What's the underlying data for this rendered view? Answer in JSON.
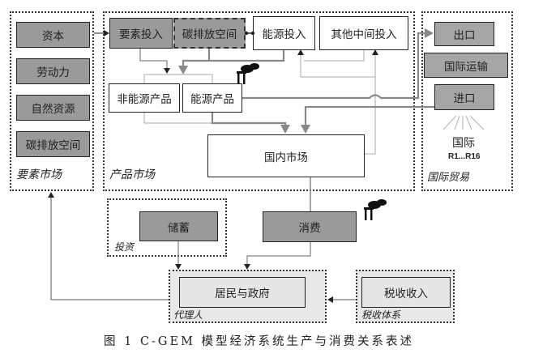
{
  "groups": {
    "factor_market": "要素市场",
    "product_market": "产品市场",
    "international_trade": "国际贸易",
    "investment": "投资",
    "agents": "代理人",
    "tax_system": "税收体系"
  },
  "factor_market": {
    "items": [
      "资本",
      "劳动力",
      "自然资源",
      "碳排放空间"
    ]
  },
  "product_market": {
    "factor_input": "要素投入",
    "carbon_space": "碳排放空间",
    "energy_input": "能源投入",
    "other_intermediate_input": "其他中间投入",
    "non_energy_products": "非能源产品",
    "energy_products": "能源产品",
    "domestic_market": "国内市场"
  },
  "international_trade": {
    "export": "出口",
    "international_transport": "国际运输",
    "import": "进口",
    "international": "国际",
    "regions": "R1...R16"
  },
  "investment": {
    "savings": "储蓄"
  },
  "consumption": "消费",
  "agents": {
    "households_government": "居民与政府"
  },
  "tax_system": {
    "tax_revenue": "税收收入"
  },
  "caption": "图 1  C-GEM 模型经济系统生产与消费关系表述",
  "colors": {
    "dark_box": "#9a9a9a",
    "pale_box": "#e6e6e6",
    "flow_gray": "#8a8a8a",
    "thin_line": "#555555"
  }
}
